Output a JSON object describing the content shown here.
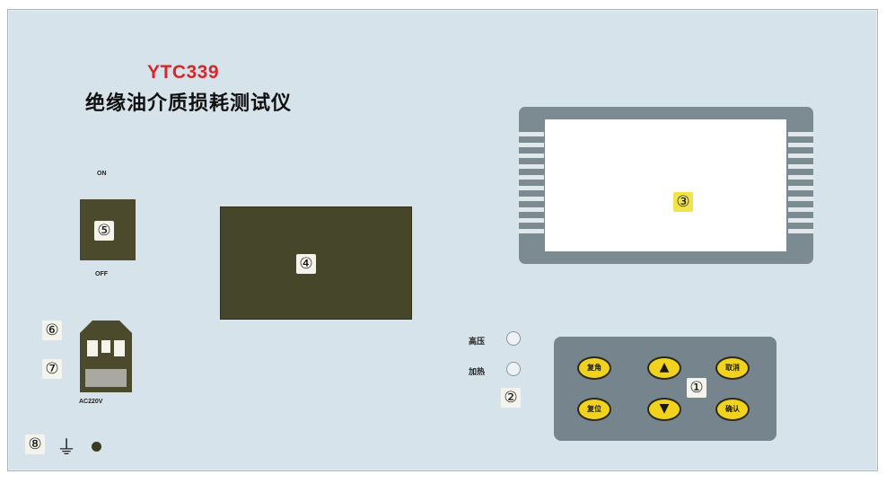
{
  "header": {
    "model": "YTC339",
    "title": "绝缘油介质损耗测试仪"
  },
  "markers": {
    "keypad": "①",
    "indicators": "②",
    "lcd": "③",
    "display": "④",
    "power_switch": "⑤",
    "socket_upper": "⑥",
    "fuse": "⑦",
    "ground": "⑧"
  },
  "switch": {
    "on_label": "ON",
    "off_label": "OFF"
  },
  "socket": {
    "label": "AC220V"
  },
  "indicators": {
    "high_voltage_label": "高压",
    "heating_label": "加热"
  },
  "keypad": {
    "key_top_left": "复角",
    "key_bottom_left": "复位",
    "key_up": "▲",
    "key_down": "▼",
    "key_top_right": "取消",
    "key_bottom_right": "确认"
  },
  "ground": {
    "symbol": "⏚"
  },
  "colors": {
    "panel": "#d7e3ea",
    "model_red": "#d8262b",
    "key_yellow": "#f1d21e",
    "dark_olive": "#46462a",
    "lcd_frame": "#7c8a91"
  }
}
